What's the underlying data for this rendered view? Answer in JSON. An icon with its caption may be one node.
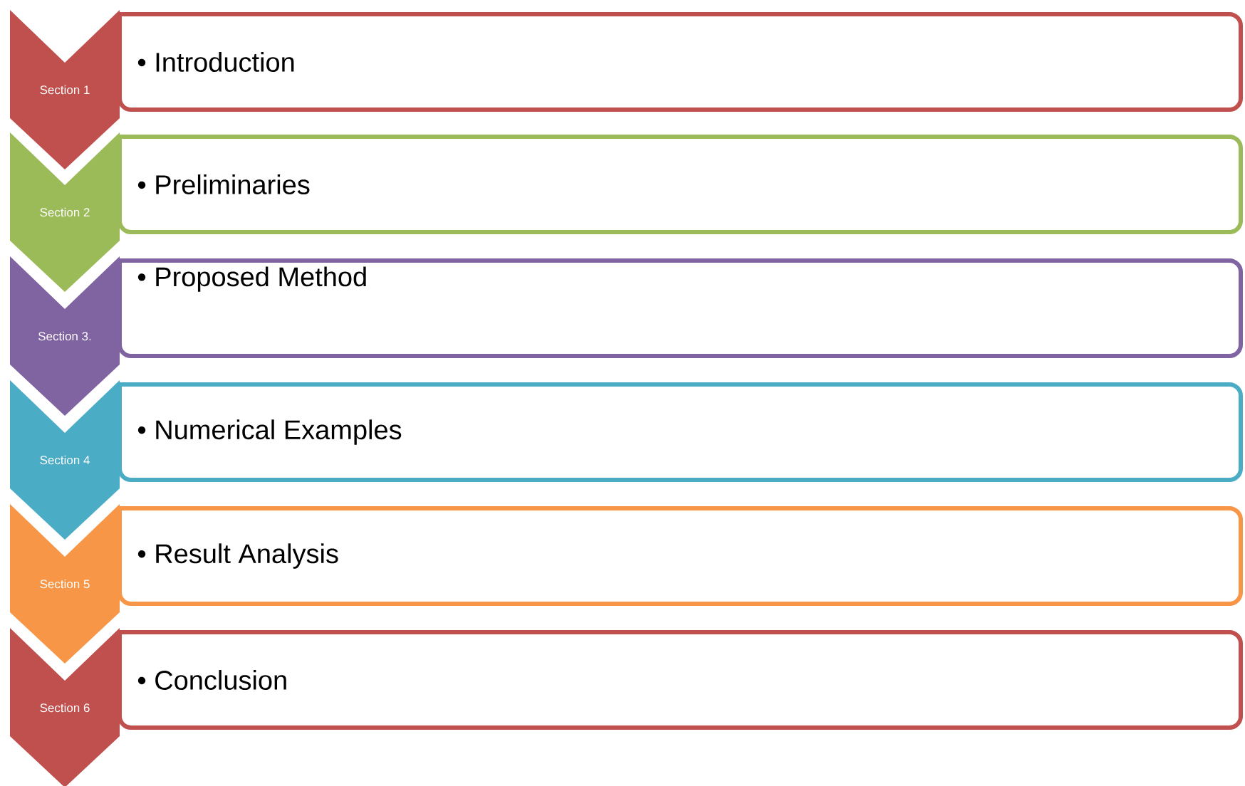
{
  "diagram": {
    "nodes": [
      {
        "text": [
          "Section 1"
        ]
      },
      {
        "text": [
          "• Introduction"
        ]
      },
      {
        "text": [
          "Section 2"
        ]
      },
      {
        "text": [
          "• Preliminaries"
        ]
      },
      {
        "text": [
          "Section 3."
        ]
      },
      {
        "text": [
          "• Proposed Method"
        ]
      },
      {
        "text": [
          "Section 4"
        ]
      },
      {
        "text": [
          "• Numerical Examples"
        ]
      },
      {
        "text": [
          "Section 5"
        ]
      },
      {
        "text": [
          "• Result Analysis"
        ]
      },
      {
        "text": [
          "Section 6"
        ]
      },
      {
        "text": [
          "• Conclusion"
        ]
      }
    ]
  }
}
